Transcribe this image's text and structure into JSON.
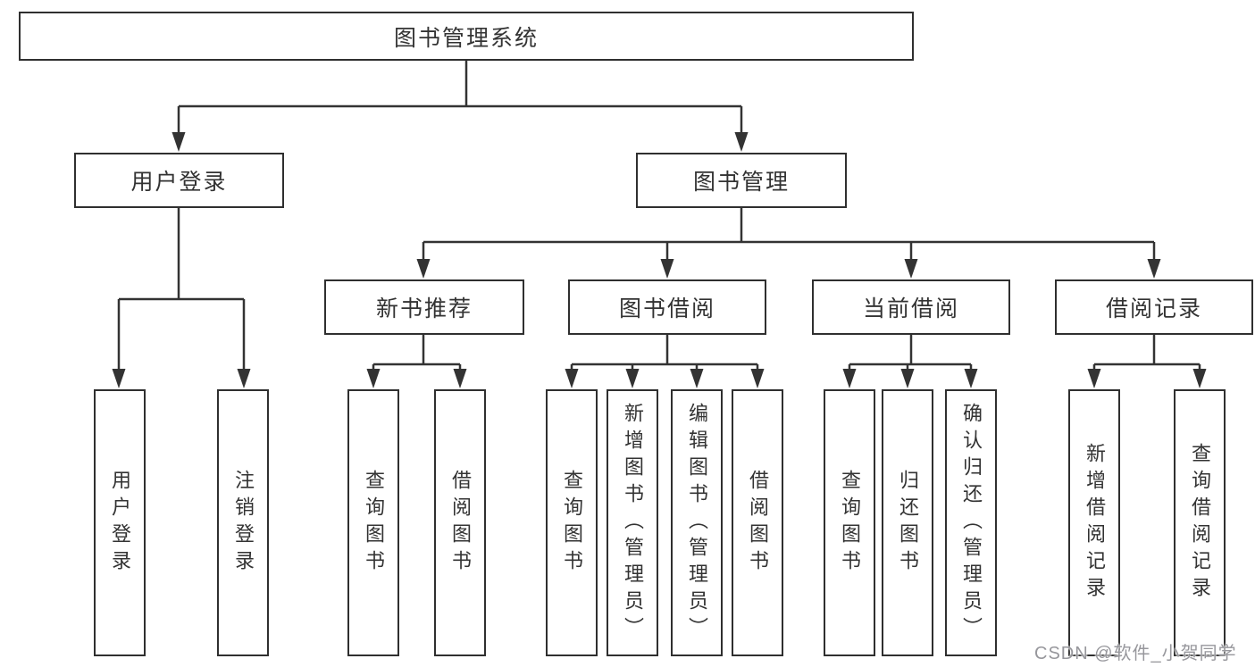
{
  "diagram": {
    "root": {
      "label": "图书管理系统"
    },
    "level1": [
      {
        "label": "用户登录"
      },
      {
        "label": "图书管理"
      }
    ],
    "level2": [
      {
        "label": "新书推荐"
      },
      {
        "label": "图书借阅"
      },
      {
        "label": "当前借阅"
      },
      {
        "label": "借阅记录"
      }
    ],
    "leaves": {
      "user_login": [
        "用户登录",
        "注销登录"
      ],
      "new_book_recommend": [
        "查询图书",
        "借阅图书"
      ],
      "book_borrowing": [
        "查询图书",
        "新增图书（管理员）",
        "编辑图书（管理员）",
        "借阅图书"
      ],
      "current_borrowing": [
        "查询图书",
        "归还图书",
        "确认归还（管理员）"
      ],
      "borrowing_records": [
        "新增借阅记录",
        "查询借阅记录"
      ]
    },
    "colors": {
      "line": "#333333",
      "text": "#333333",
      "box_background": "#ffffff",
      "watermark": "#97979c"
    }
  },
  "watermark": {
    "text": "CSDN @软件_小贺同学"
  }
}
